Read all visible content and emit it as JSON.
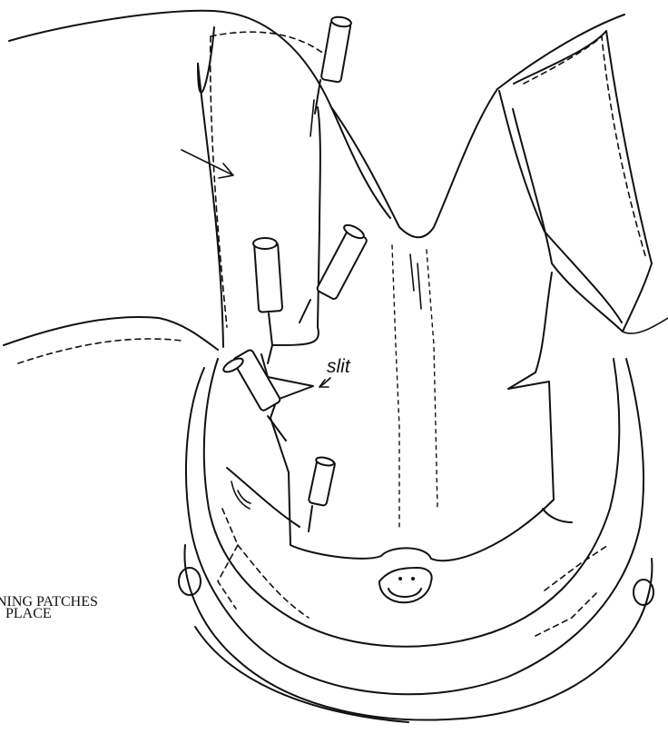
{
  "diagram": {
    "label_slit": "slit",
    "caption_line1": "NING PATCHES",
    "caption_line2": "PLACE"
  }
}
